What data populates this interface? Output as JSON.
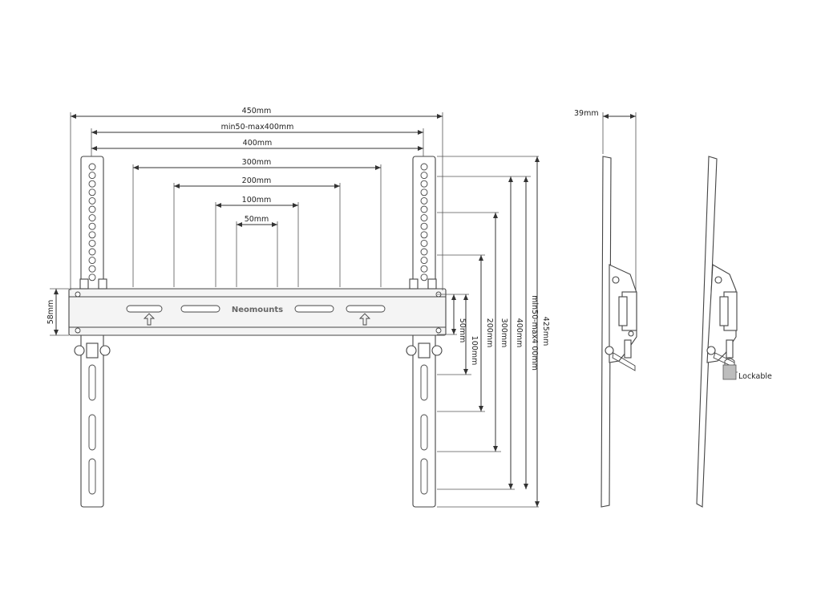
{
  "dimensions": {
    "width_450": "450mm",
    "width_min_max": "min50-max400mm",
    "width_400": "400mm",
    "width_300": "300mm",
    "width_200": "200mm",
    "width_100": "100mm",
    "width_50": "50mm",
    "rail_height": "58mm",
    "height_50": "50mm",
    "height_100": "100mm",
    "height_200": "200mm",
    "height_300": "300mm",
    "height_400": "400mm",
    "height_min_max": "min50-max4 00mm",
    "height_425": "425mm",
    "depth_39": "39mm"
  },
  "labels": {
    "brand": "Neomounts",
    "lockable": "Lockable"
  },
  "colors": {
    "line": "#333333",
    "lock_fill": "#bdbdbd"
  }
}
